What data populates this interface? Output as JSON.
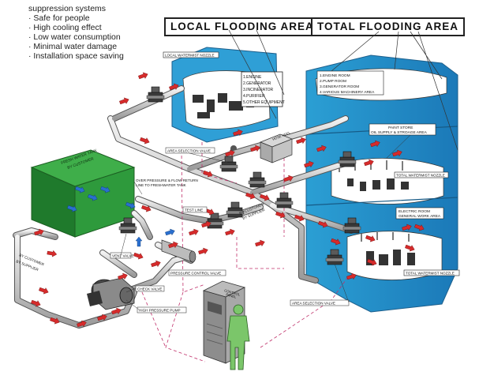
{
  "bullets": [
    "suppression systems",
    "Safe for people",
    "High cooling effect",
    "Low water consumption",
    "Minimal water damage",
    "Installation space saving"
  ],
  "local_area": {
    "title": "LOCAL FLOODING AREA",
    "nozzle_label": "LOCAL WATERMIST NOZZLE",
    "items": [
      "1.ENGINE",
      "2.GENERATOR",
      "3.INCINERATOR",
      "4.PURIFIER",
      "5.OTHER EQUIPMENT"
    ]
  },
  "total_area": {
    "title": "TOTAL FLOODING AREA",
    "items": [
      "1.ENGINE ROOM",
      "2.PUMP ROOM",
      "3.GENERATOR ROOM",
      "4.VARIOUS MACHINERY AREA"
    ],
    "store_label": [
      "PAINT STORE",
      "OIL SUPPLY & STROAGE AREA"
    ],
    "nozzle_label_1": "TOTAL WATERMIST NOZZLE",
    "electric_label": [
      "ELECTRIC ROOM",
      "GENERAL WORK AREA"
    ],
    "nozzle_label_2": "TOTAL WATERMIST NOZZLE"
  },
  "labels": {
    "tank": [
      "FRESH WATER TANK",
      "BY CUSTOMER"
    ],
    "overpressure": [
      "OVER PRESSURE & FLOW RETURN",
      "LINE TO FRESHWATER TANK"
    ],
    "test_line": "TEST LINE",
    "area_selection_top": "AREA SELECTION VALVE",
    "hose_reel": "HOSE REEL",
    "by_customer_right": [
      "BY CUSTOMER",
      "BY SUPPLIER"
    ],
    "by_customer_left": [
      "BY CUSTOMER",
      "BY SUPPLIER"
    ],
    "vent_valve": "VENT VALVE",
    "pressure_control": "PRESSURE CONTROL VALVE",
    "check_valve": "CHECK VALVE",
    "high_pressure_pump": "HIGH PRESSURE PUMP",
    "control_panel": [
      "CONTROL",
      "PANEL"
    ],
    "area_selection_bottom": "AREA SELECTION VALVE"
  }
}
